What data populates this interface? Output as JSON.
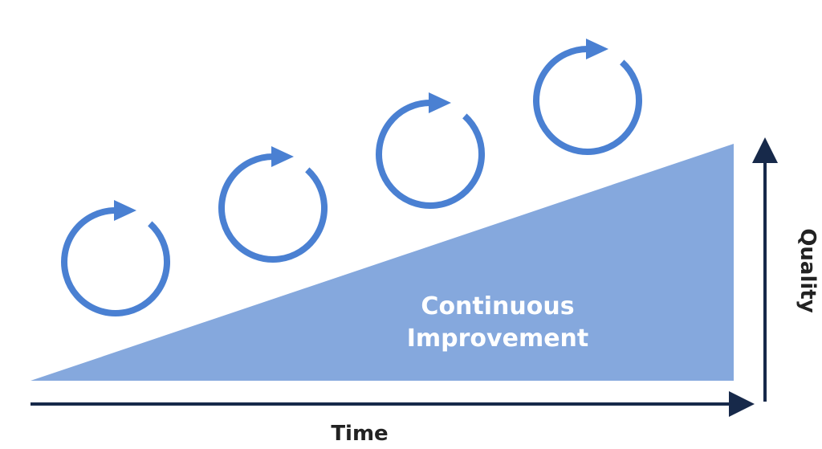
{
  "title": {
    "line1": "Continuous",
    "line2": "Improvement"
  },
  "x_axis_label": "Time",
  "y_axis_label": "Quality",
  "cycle_icon_count": 4,
  "colors": {
    "wedge": "#85A8DD",
    "cycle": "#4A80D2",
    "axis": "#17294A",
    "label_dark": "#222222",
    "label_light": "#FFFFFF"
  },
  "icons": [
    "refresh-cycle-icon",
    "refresh-cycle-icon",
    "refresh-cycle-icon",
    "refresh-cycle-icon",
    "arrow-right-icon",
    "arrow-up-icon"
  ]
}
